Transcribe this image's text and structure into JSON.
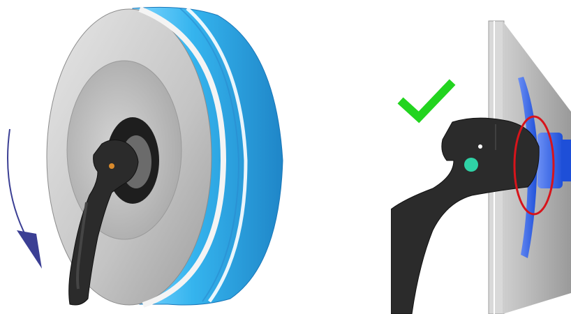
{
  "scene": {
    "left_illustration": "hose-reel-with-lever",
    "right_illustration": "lever-engaged-closeup"
  },
  "colors": {
    "reel_blue": "#35b4ee",
    "reel_blue_dark": "#1f86c8",
    "face_grey": "#bdbdbd",
    "face_grey_light": "#d8d8d8",
    "lever_black": "#2b2b2b",
    "arrow_blue": "#3b3f94",
    "check_green": "#22d41f",
    "highlight_red": "#d7141b",
    "pin_teal": "#2fd2a6",
    "bracket_blue": "#2e63e6"
  },
  "icons": {
    "rotation_arrow": "rotate-counterclockwise-arrow",
    "status": "checkmark-icon",
    "highlight": "red-ellipse-highlight"
  }
}
